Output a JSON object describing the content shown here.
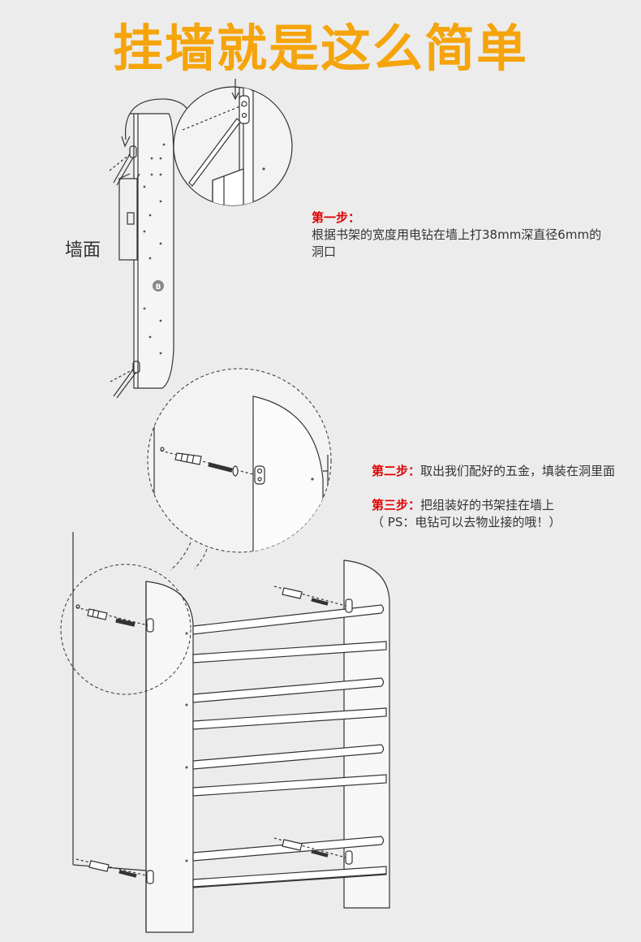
{
  "title": "挂墙就是这么简单",
  "colors": {
    "title": "#f5a40b",
    "step_head": "#e00000",
    "line": "#333333",
    "background": "#ececec"
  },
  "wall_label": "墙面",
  "badge_letter": "B",
  "steps": [
    {
      "head": "第一步：",
      "text": "根据书架的宽度用电钻在墙上打38mm深直径6mm的洞口"
    },
    {
      "head": "第二步：",
      "text": "取出我们配好的五金，填装在洞里面"
    },
    {
      "head": "第三步：",
      "text": "把组装好的书架挂在墙上",
      "note": "（ PS：电钻可以去物业接的哦！）"
    }
  ]
}
